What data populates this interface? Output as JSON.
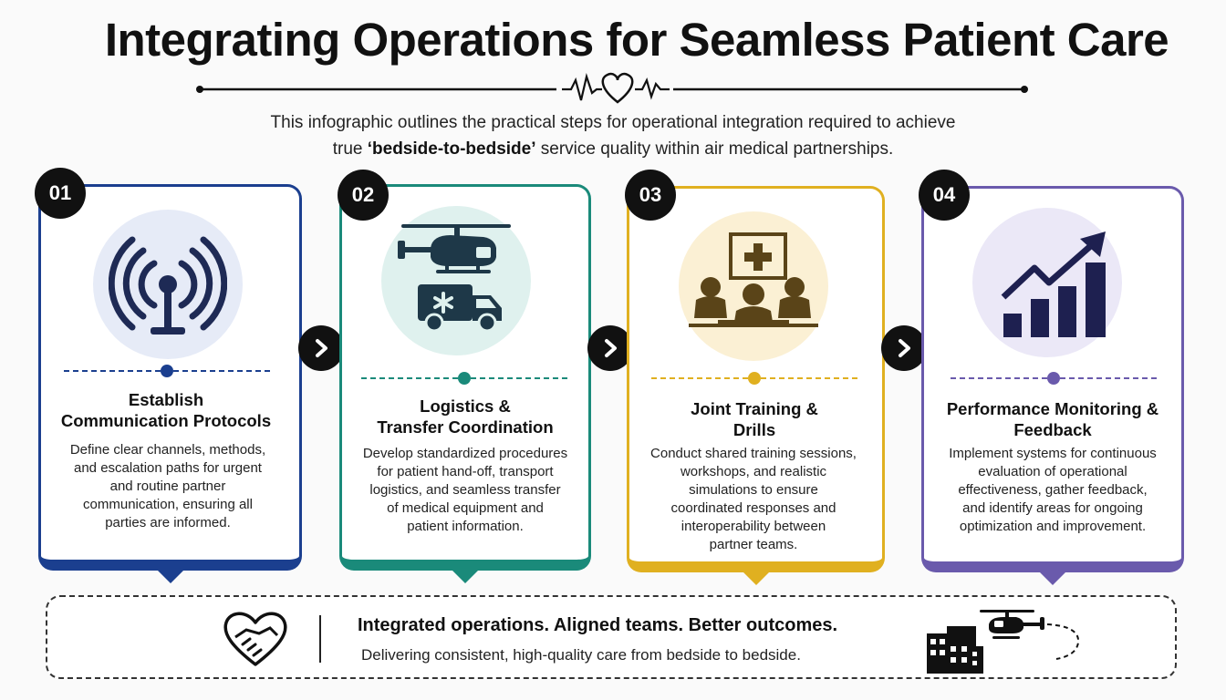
{
  "title": "Integrating Operations for Seamless Patient Care",
  "intro": {
    "line1": "This infographic outlines the practical steps for operational integration required to achieve",
    "line2_pre": "true ",
    "line2_bold": "‘bedside-to-bedside’",
    "line2_post": " service quality within air medical partnerships."
  },
  "colors": {
    "step1": "#1b3f8f",
    "step2": "#1a8a7a",
    "step3": "#e0b020",
    "step4": "#6a5aac",
    "icon_fill": "#1e2a55"
  },
  "steps": [
    {
      "number": "01",
      "icon": "signal-tower-icon",
      "title_line1": "Establish",
      "title_line2": "Communication Protocols",
      "description": [
        "Define clear channels, methods,",
        "and escalation paths for urgent",
        "and routine partner",
        "communication, ensuring all",
        "parties are informed."
      ]
    },
    {
      "number": "02",
      "icon": "helicopter-ambulance-icon",
      "title_line1": "Logistics &",
      "title_line2": "Transfer Coordination",
      "description": [
        "Develop standardized procedures",
        "for patient hand-off, transport",
        "logistics, and seamless transfer",
        "of medical equipment and",
        "patient information."
      ]
    },
    {
      "number": "03",
      "icon": "team-training-icon",
      "title_line1": "Joint Training &",
      "title_line2": "Drills",
      "description": [
        "Conduct shared training sessions,",
        "workshops, and realistic",
        "simulations to ensure",
        "coordinated responses and",
        "interoperability between",
        "partner teams."
      ]
    },
    {
      "number": "04",
      "icon": "growth-chart-icon",
      "title_line1": "Performance Monitoring &",
      "title_line2": "Feedback",
      "description": [
        "Implement systems for continuous",
        "evaluation of operational",
        "effectiveness, gather feedback,",
        "and identify areas for ongoing",
        "optimization and improvement."
      ]
    }
  ],
  "footer": {
    "headline": "Integrated operations. Aligned teams. Better outcomes.",
    "subline": "Delivering consistent, high-quality care from bedside to bedside.",
    "left_icon": "handshake-heart-icon",
    "right_icon": "hospital-helicopter-icon"
  }
}
